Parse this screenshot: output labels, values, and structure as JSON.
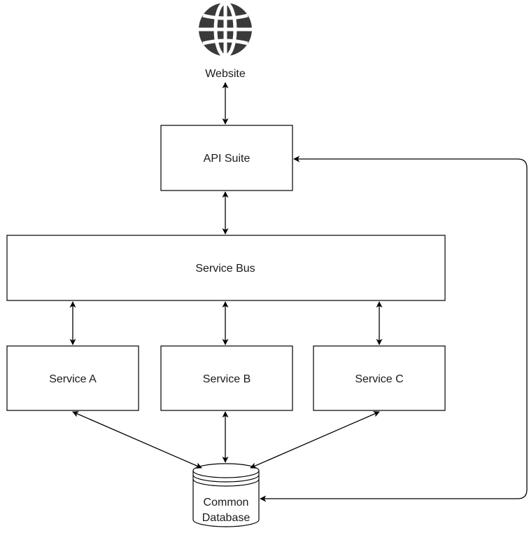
{
  "colors": {
    "stroke": "#000000",
    "text": "#1a1a1a",
    "globe": "#3a3a3a",
    "background": "#ffffff"
  },
  "nodes": {
    "website": {
      "label": "Website",
      "icon": "globe-icon"
    },
    "api_suite": {
      "label": "API Suite"
    },
    "service_bus": {
      "label": "Service Bus"
    },
    "service_a": {
      "label": "Service A"
    },
    "service_b": {
      "label": "Service B"
    },
    "service_c": {
      "label": "Service C"
    },
    "database": {
      "label_line1": "Common",
      "label_line2": "Database",
      "icon": "database-cylinder-icon"
    }
  },
  "edges": [
    {
      "from": "website",
      "to": "api_suite",
      "arrows": "both"
    },
    {
      "from": "api_suite",
      "to": "service_bus",
      "arrows": "both"
    },
    {
      "from": "service_bus",
      "to": "service_a",
      "arrows": "both"
    },
    {
      "from": "service_bus",
      "to": "service_b",
      "arrows": "both"
    },
    {
      "from": "service_bus",
      "to": "service_c",
      "arrows": "both"
    },
    {
      "from": "service_a",
      "to": "database",
      "arrows": "both"
    },
    {
      "from": "service_b",
      "to": "database",
      "arrows": "both"
    },
    {
      "from": "service_c",
      "to": "database",
      "arrows": "both"
    },
    {
      "from": "database",
      "to": "api_suite",
      "arrows": "both",
      "route": "right-side-loop"
    }
  ]
}
